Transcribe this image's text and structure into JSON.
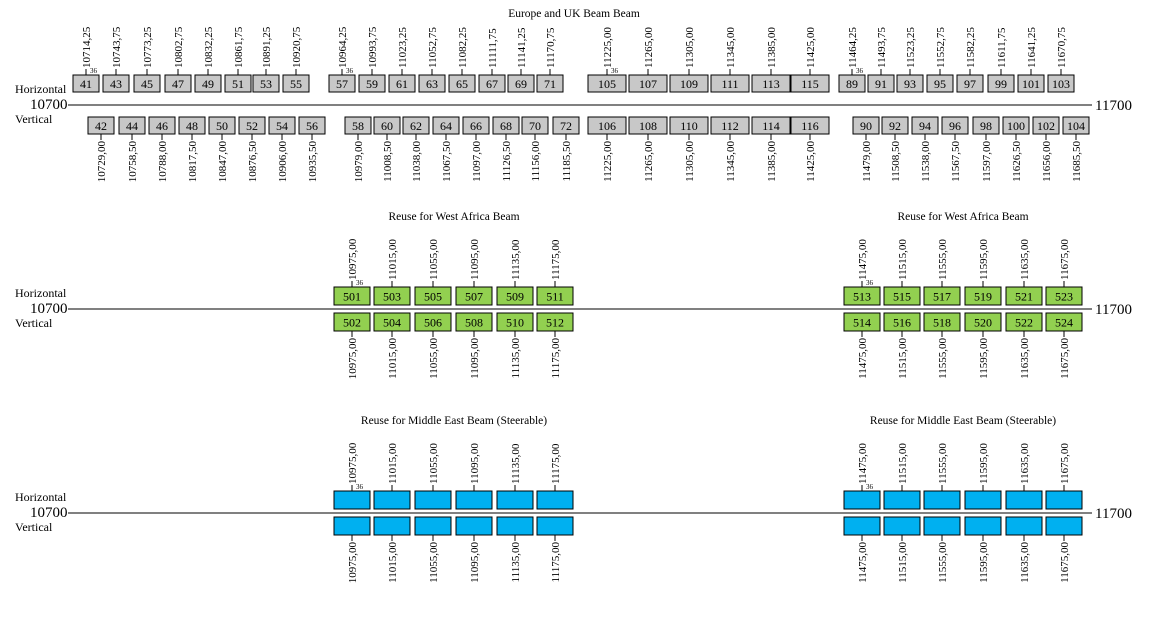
{
  "sections": [
    {
      "title": "Europe and UK Beam Beam",
      "fill": "#c8c8c8",
      "show_numbers": true,
      "horizontal_label": "Horizontal",
      "vertical_label": "Vertical",
      "start_label": "10700",
      "end_label": "11700",
      "spacing_label": "36",
      "horizontal": [
        {
          "ch": "41",
          "f": "10714,25"
        },
        {
          "ch": "43",
          "f": "10743,75"
        },
        {
          "ch": "45",
          "f": "10773,25"
        },
        {
          "ch": "47",
          "f": "10802,75"
        },
        {
          "ch": "49",
          "f": "10832,25"
        },
        {
          "ch": "51",
          "f": "10861,75"
        },
        {
          "ch": "53",
          "f": "10891,25"
        },
        {
          "ch": "55",
          "f": "10920,75"
        },
        {
          "ch": "57",
          "f": "10964,25"
        },
        {
          "ch": "59",
          "f": "10993,75"
        },
        {
          "ch": "61",
          "f": "11023,25"
        },
        {
          "ch": "63",
          "f": "11052,75"
        },
        {
          "ch": "65",
          "f": "11082,25"
        },
        {
          "ch": "67",
          "f": "11111,75"
        },
        {
          "ch": "69",
          "f": "11141,25"
        },
        {
          "ch": "71",
          "f": "11170,75"
        },
        {
          "ch": "105",
          "f": "11225,00"
        },
        {
          "ch": "107",
          "f": "11265,00"
        },
        {
          "ch": "109",
          "f": "11305,00"
        },
        {
          "ch": "111",
          "f": "11345,00"
        },
        {
          "ch": "113",
          "f": "11385,00"
        },
        {
          "ch": "115",
          "f": "11425,00"
        },
        {
          "ch": "89",
          "f": "11464,25"
        },
        {
          "ch": "91",
          "f": "11493,75"
        },
        {
          "ch": "93",
          "f": "11523,25"
        },
        {
          "ch": "95",
          "f": "11552,75"
        },
        {
          "ch": "97",
          "f": "11582,25"
        },
        {
          "ch": "99",
          "f": "11611,75"
        },
        {
          "ch": "101",
          "f": "11641,25"
        },
        {
          "ch": "103",
          "f": "11670,75"
        }
      ],
      "vertical": [
        {
          "ch": "42",
          "f": "10729,00"
        },
        {
          "ch": "44",
          "f": "10758,50"
        },
        {
          "ch": "46",
          "f": "10788,00"
        },
        {
          "ch": "48",
          "f": "10817,50"
        },
        {
          "ch": "50",
          "f": "10847,00"
        },
        {
          "ch": "52",
          "f": "10876,50"
        },
        {
          "ch": "54",
          "f": "10906,00"
        },
        {
          "ch": "56",
          "f": "10935,50"
        },
        {
          "ch": "58",
          "f": "10979,00"
        },
        {
          "ch": "60",
          "f": "11008,50"
        },
        {
          "ch": "62",
          "f": "11038,00"
        },
        {
          "ch": "64",
          "f": "11067,50"
        },
        {
          "ch": "66",
          "f": "11097,00"
        },
        {
          "ch": "68",
          "f": "11126,50"
        },
        {
          "ch": "70",
          "f": "11156,00"
        },
        {
          "ch": "72",
          "f": "11185,50"
        },
        {
          "ch": "106",
          "f": "11225,00"
        },
        {
          "ch": "108",
          "f": "11265,00"
        },
        {
          "ch": "110",
          "f": "11305,00"
        },
        {
          "ch": "112",
          "f": "11345,00"
        },
        {
          "ch": "114",
          "f": "11385,00"
        },
        {
          "ch": "116",
          "f": "11425,00"
        },
        {
          "ch": "90",
          "f": "11479,00"
        },
        {
          "ch": "92",
          "f": "11508,50"
        },
        {
          "ch": "94",
          "f": "11538,00"
        },
        {
          "ch": "96",
          "f": "11567,50"
        },
        {
          "ch": "98",
          "f": "11597,00"
        },
        {
          "ch": "100",
          "f": "11626,50"
        },
        {
          "ch": "102",
          "f": "11656,00"
        },
        {
          "ch": "104",
          "f": "11685,50"
        }
      ]
    },
    {
      "title": "Reuse for West Africa Beam",
      "title2": "Reuse for West Africa Beam",
      "fill": "#92d050",
      "show_numbers": true,
      "horizontal_label": "Horizontal",
      "vertical_label": "Vertical",
      "start_label": "10700",
      "end_label": "11700",
      "spacing_label": "36",
      "horizontal": [
        {
          "ch": "501",
          "f": "10975,00"
        },
        {
          "ch": "503",
          "f": "11015,00"
        },
        {
          "ch": "505",
          "f": "11055,00"
        },
        {
          "ch": "507",
          "f": "11095,00"
        },
        {
          "ch": "509",
          "f": "11135,00"
        },
        {
          "ch": "511",
          "f": "11175,00"
        },
        {
          "ch": "513",
          "f": "11475,00"
        },
        {
          "ch": "515",
          "f": "11515,00"
        },
        {
          "ch": "517",
          "f": "11555,00"
        },
        {
          "ch": "519",
          "f": "11595,00"
        },
        {
          "ch": "521",
          "f": "11635,00"
        },
        {
          "ch": "523",
          "f": "11675,00"
        }
      ],
      "vertical": [
        {
          "ch": "502",
          "f": "10975,00"
        },
        {
          "ch": "504",
          "f": "11015,00"
        },
        {
          "ch": "506",
          "f": "11055,00"
        },
        {
          "ch": "508",
          "f": "11095,00"
        },
        {
          "ch": "510",
          "f": "11135,00"
        },
        {
          "ch": "512",
          "f": "11175,00"
        },
        {
          "ch": "514",
          "f": "11475,00"
        },
        {
          "ch": "516",
          "f": "11515,00"
        },
        {
          "ch": "518",
          "f": "11555,00"
        },
        {
          "ch": "520",
          "f": "11595,00"
        },
        {
          "ch": "522",
          "f": "11635,00"
        },
        {
          "ch": "524",
          "f": "11675,00"
        }
      ]
    },
    {
      "title": "Reuse for Middle East Beam (Steerable)",
      "title2": "Reuse for Middle East Beam (Steerable)",
      "fill": "#00b0f0",
      "show_numbers": false,
      "horizontal_label": "Horizontal",
      "vertical_label": "Vertical",
      "start_label": "10700",
      "end_label": "11700",
      "spacing_label": "36",
      "horizontal": [
        {
          "ch": "",
          "f": "10975,00"
        },
        {
          "ch": "",
          "f": "11015,00"
        },
        {
          "ch": "",
          "f": "11055,00"
        },
        {
          "ch": "",
          "f": "11095,00"
        },
        {
          "ch": "",
          "f": "11135,00"
        },
        {
          "ch": "",
          "f": "11175,00"
        },
        {
          "ch": "",
          "f": "11475,00"
        },
        {
          "ch": "",
          "f": "11515,00"
        },
        {
          "ch": "",
          "f": "11555,00"
        },
        {
          "ch": "",
          "f": "11595,00"
        },
        {
          "ch": "",
          "f": "11635,00"
        },
        {
          "ch": "",
          "f": "11675,00"
        }
      ],
      "vertical": [
        {
          "ch": "",
          "f": "10975,00"
        },
        {
          "ch": "",
          "f": "11015,00"
        },
        {
          "ch": "",
          "f": "11055,00"
        },
        {
          "ch": "",
          "f": "11095,00"
        },
        {
          "ch": "",
          "f": "11135,00"
        },
        {
          "ch": "",
          "f": "11175,00"
        },
        {
          "ch": "",
          "f": "11475,00"
        },
        {
          "ch": "",
          "f": "11515,00"
        },
        {
          "ch": "",
          "f": "11555,00"
        },
        {
          "ch": "",
          "f": "11595,00"
        },
        {
          "ch": "",
          "f": "11635,00"
        },
        {
          "ch": "",
          "f": "11675,00"
        }
      ]
    }
  ]
}
